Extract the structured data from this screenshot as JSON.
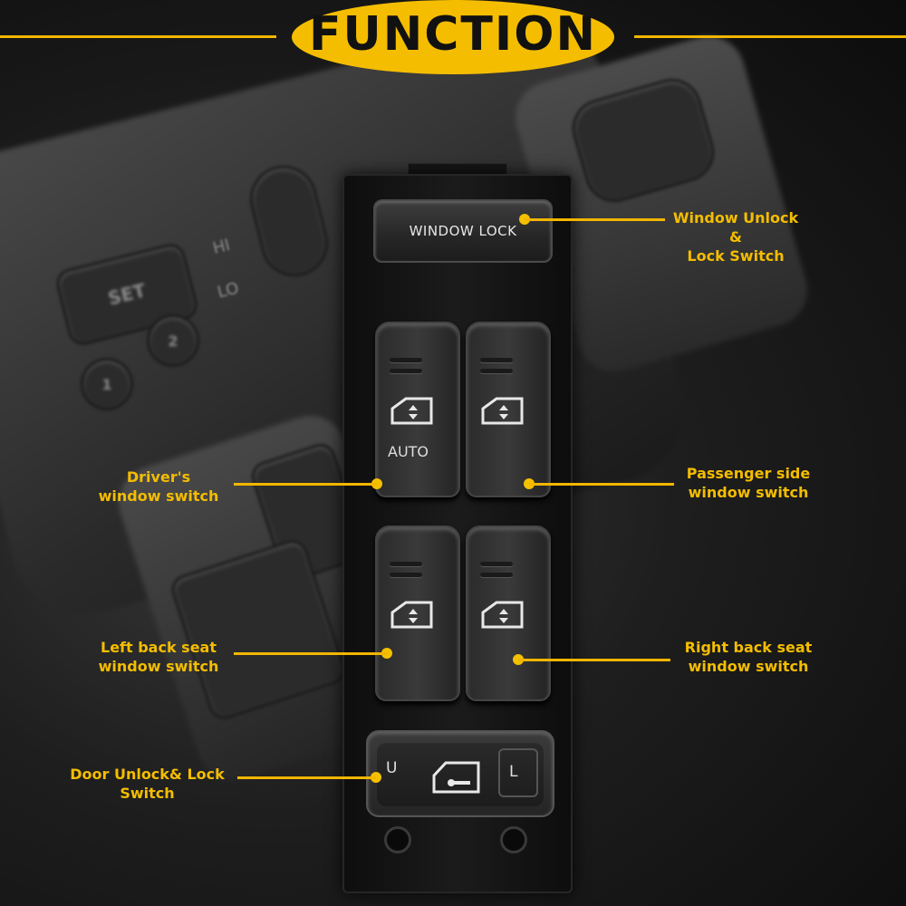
{
  "header": {
    "title": "FUNCTION"
  },
  "switch_panel": {
    "window_lock_label": "WINDOW LOCK",
    "auto_label": "AUTO",
    "door_unlock_letter": "U",
    "door_lock_letter": "L"
  },
  "background_console": {
    "set_label": "SET",
    "hi_label": "HI",
    "lo_label": "LO",
    "memory_1": "1",
    "memory_2": "2"
  },
  "callouts": {
    "window_lock": "Window Unlock &\nLock Switch",
    "driver_window": "Driver's\nwindow switch",
    "passenger_window": "Passenger side\nwindow switch",
    "left_back_window": "Left back seat\nwindow switch",
    "right_back_window": "Right back seat\nwindow switch",
    "door_lock": "Door Unlock& Lock\nSwitch"
  },
  "colors": {
    "accent": "#f4bd00",
    "text_dark": "#111111",
    "switch_body": "#1b1b1b"
  }
}
